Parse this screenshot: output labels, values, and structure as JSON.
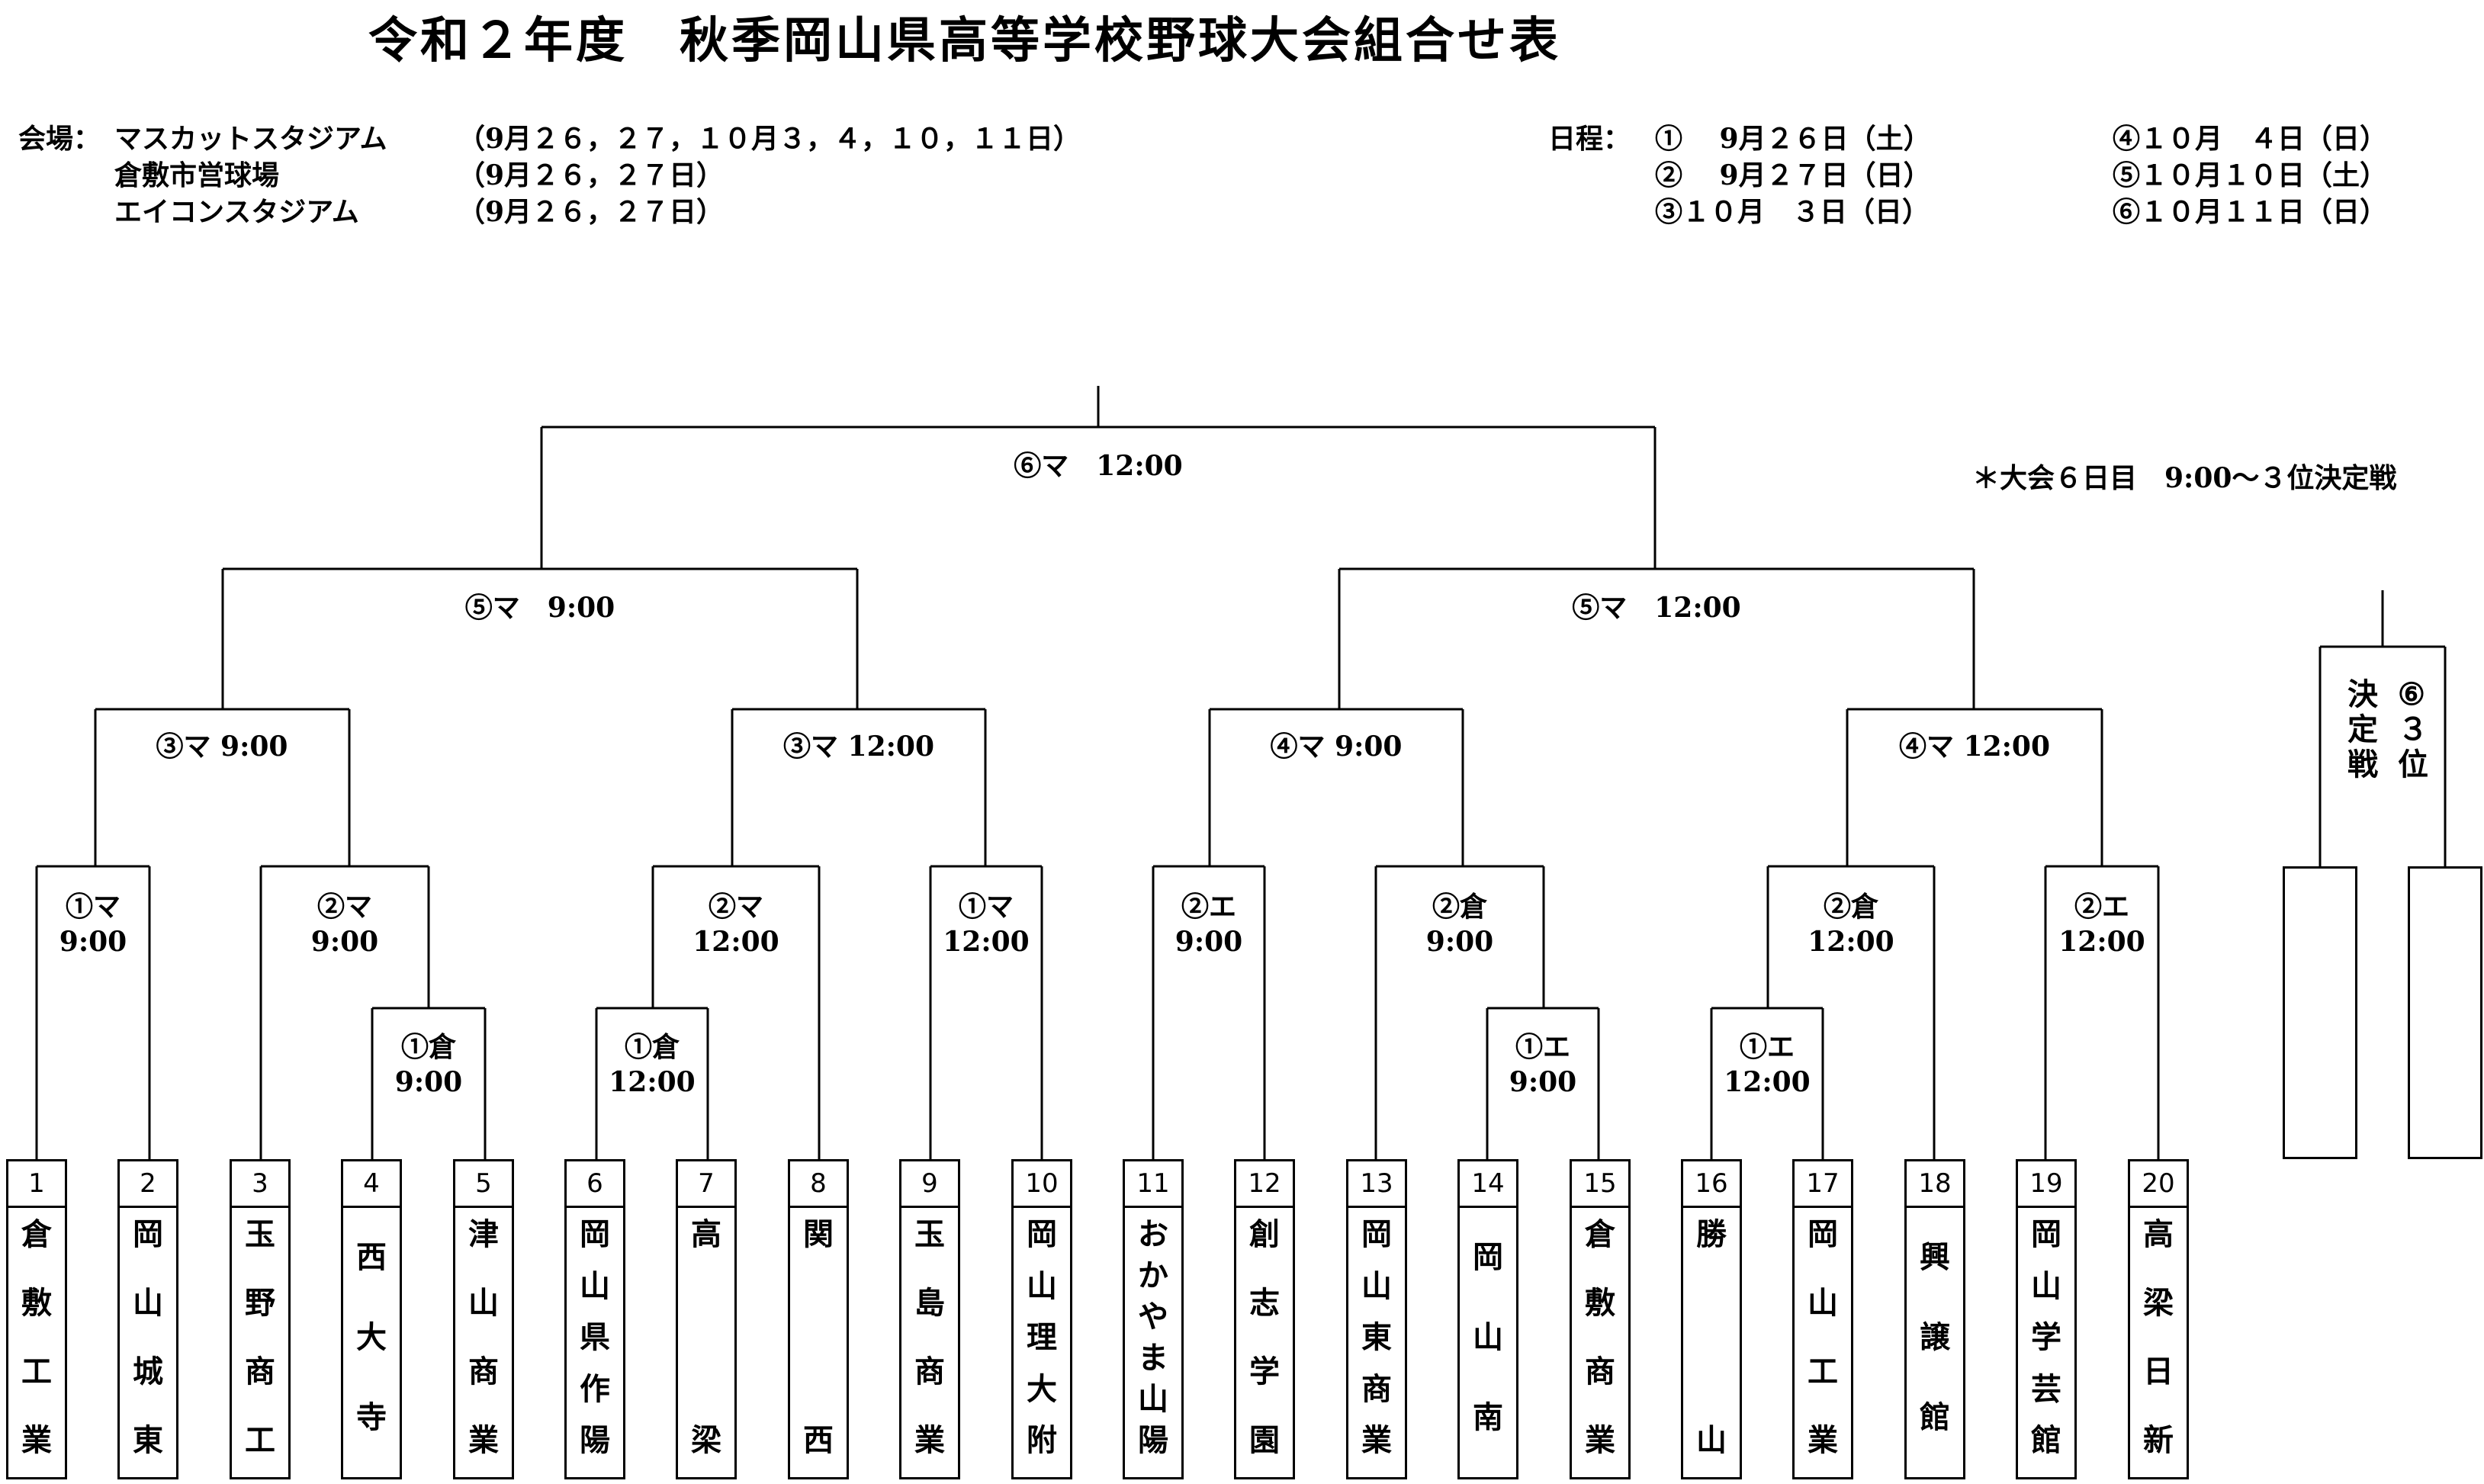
{
  "title": "令和２年度　秋季岡山県高等学校野球大会組合せ表",
  "venues": {
    "label": "会場：",
    "lines": [
      {
        "name": "マスカットスタジアム",
        "dates": "（9月２６，２７，１０月３，４，１０，１１日）"
      },
      {
        "name": "倉敷市営球場",
        "dates": "（9月２６，２７日）"
      },
      {
        "name": "エイコンスタジアム",
        "dates": "（9月２６，２７日）"
      }
    ]
  },
  "schedule": {
    "label": "日程：",
    "left": [
      "①　 9月２６日（土）",
      "②　 9月２７日（日）",
      "③１０月　３日（日）"
    ],
    "right": [
      "④１０月　４日（日）",
      "⑤１０月１０日（土）",
      "⑥１０月１１日（日）"
    ]
  },
  "note": "＊大会６日目　9:00～３位決定戦",
  "third_place": {
    "chars": [
      "決",
      "定",
      "戦",
      "⑥",
      "３",
      "位"
    ]
  },
  "matches": {
    "r1_1": [
      "①マ",
      "9:00"
    ],
    "r1_2": [
      "②マ",
      "9:00"
    ],
    "r1_3": [
      "①倉",
      "9:00"
    ],
    "r1_4": [
      "①倉",
      "12:00"
    ],
    "r1_5": [
      "②マ",
      "12:00"
    ],
    "r1_6": [
      "①マ",
      "12:00"
    ],
    "r1_7": [
      "②エ",
      "9:00"
    ],
    "r1_8": [
      "②倉",
      "9:00"
    ],
    "r1_9": [
      "①エ",
      "9:00"
    ],
    "r1_10": [
      "①エ",
      "12:00"
    ],
    "r1_11": [
      "②倉",
      "12:00"
    ],
    "r1_12": [
      "②エ",
      "12:00"
    ],
    "r3_1": "③マ 9:00",
    "r3_2": "③マ 12:00",
    "r3_3": "④マ 9:00",
    "r3_4": "④マ 12:00",
    "semi_1": "⑤マ　9:00",
    "semi_2": "⑤マ　12:00",
    "final": "⑥マ　12:00"
  },
  "teams": [
    {
      "num": "1",
      "name": [
        "倉",
        "敷",
        "工",
        "業"
      ]
    },
    {
      "num": "2",
      "name": [
        "岡",
        "山",
        "城",
        "東"
      ]
    },
    {
      "num": "3",
      "name": [
        "玉",
        "野",
        "商",
        "工"
      ]
    },
    {
      "num": "4",
      "name": [
        "西",
        "大",
        "寺"
      ]
    },
    {
      "num": "5",
      "name": [
        "津",
        "山",
        "商",
        "業"
      ]
    },
    {
      "num": "6",
      "name": [
        "岡",
        "山",
        "県",
        "作",
        "陽"
      ]
    },
    {
      "num": "7",
      "name": [
        "高",
        "梁"
      ]
    },
    {
      "num": "8",
      "name": [
        "関",
        "西"
      ]
    },
    {
      "num": "9",
      "name": [
        "玉",
        "島",
        "商",
        "業"
      ]
    },
    {
      "num": "10",
      "name": [
        "岡",
        "山",
        "理",
        "大",
        "附"
      ]
    },
    {
      "num": "11",
      "name": [
        "お",
        "か",
        "や",
        "ま",
        "山",
        "陽"
      ]
    },
    {
      "num": "12",
      "name": [
        "創",
        "志",
        "学",
        "園"
      ]
    },
    {
      "num": "13",
      "name": [
        "岡",
        "山",
        "東",
        "商",
        "業"
      ]
    },
    {
      "num": "14",
      "name": [
        "岡",
        "山",
        "南"
      ]
    },
    {
      "num": "15",
      "name": [
        "倉",
        "敷",
        "商",
        "業"
      ]
    },
    {
      "num": "16",
      "name": [
        "勝",
        "山"
      ]
    },
    {
      "num": "17",
      "name": [
        "岡",
        "山",
        "工",
        "業"
      ]
    },
    {
      "num": "18",
      "name": [
        "興",
        "譲",
        "館"
      ]
    },
    {
      "num": "19",
      "name": [
        "岡",
        "山",
        "学",
        "芸",
        "館"
      ]
    },
    {
      "num": "20",
      "name": [
        "高",
        "梁",
        "日",
        "新"
      ]
    }
  ]
}
